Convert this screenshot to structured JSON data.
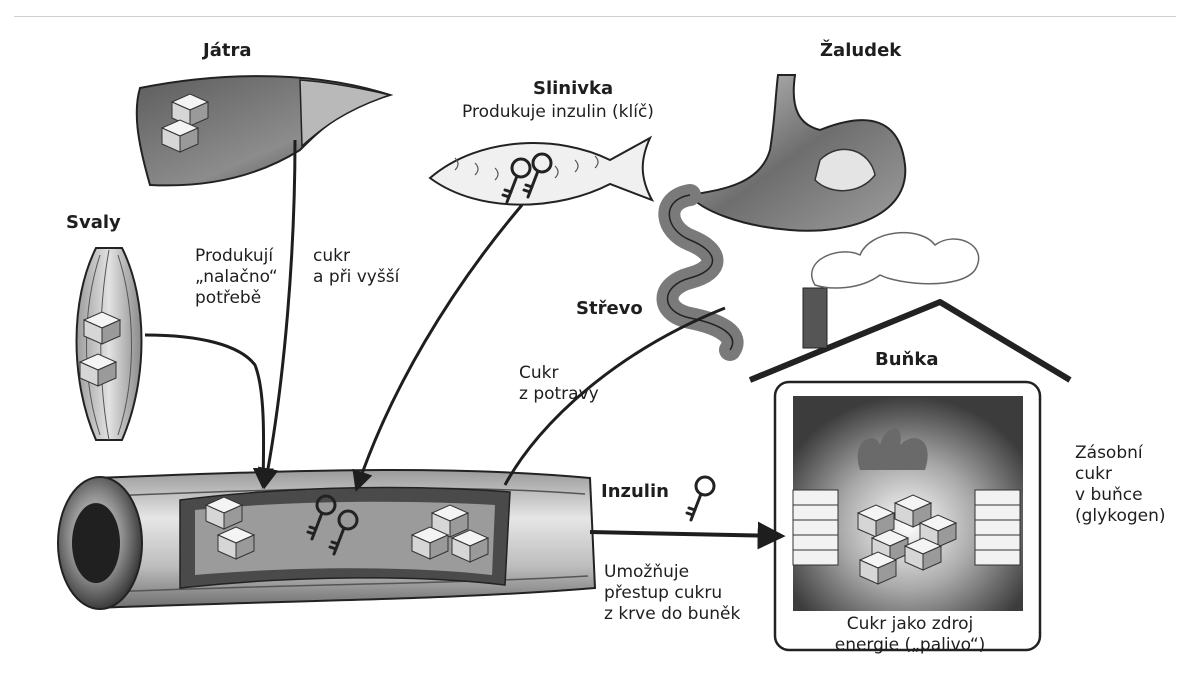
{
  "labels": {
    "jatra": "Játra",
    "svaly": "Svaly",
    "slinivka": "Slinivka",
    "slinivka_sub": "Produkuje inzulin (klíč)",
    "zaludek": "Žaludek",
    "strevo": "Střevo",
    "bunka": "Buňka",
    "inzulin": "Inzulin"
  },
  "notes": {
    "jatra_left": [
      "Produkují",
      "„nalačno“",
      "potřebě"
    ],
    "jatra_right": [
      "cukr",
      "a při vyšší"
    ],
    "strevo": [
      "Cukr",
      "z potravy"
    ],
    "inzulin": [
      "Umožňuje",
      "přestup cukru",
      "z krve do buněk"
    ],
    "zasobni": [
      "Zásobní",
      "cukr",
      "v buňce",
      "(glykogen)"
    ],
    "bunka": [
      "Cukr jako zdroj",
      "energie („palivo“)"
    ]
  }
}
